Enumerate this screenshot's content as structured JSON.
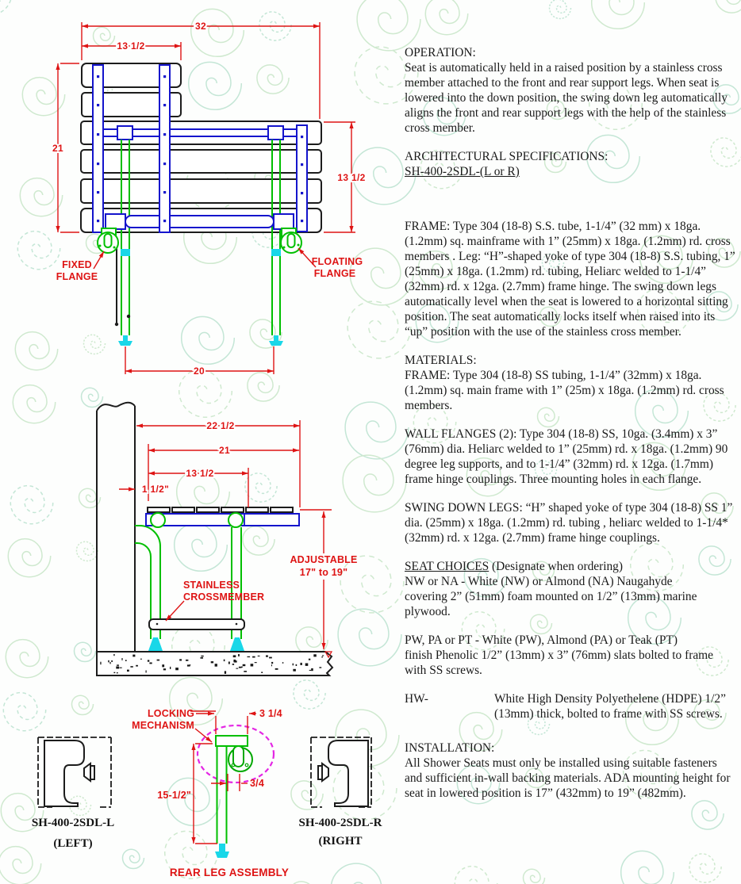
{
  "colors": {
    "dimension_red": "#de1414",
    "frame_blue": "#1414cc",
    "leg_green": "#00bf00",
    "adjuster_cyan": "#19d7e8",
    "detail_magenta": "#e426e4",
    "watermark_green": "#cfe9cf"
  },
  "drawing_labels": {
    "top_view": {
      "dim_width_overall": "32",
      "dim_width_seat_section": "13 1/2",
      "dim_depth_overall": "21",
      "dim_depth_right": "13 1/2",
      "dim_leg_spread": "20",
      "fixed_flange_line1": "FIXED",
      "fixed_flange_line2": "FLANGE",
      "floating_flange_line1": "FLOATING",
      "floating_flange_line2": "FLANGE"
    },
    "side_view": {
      "dim_overall": "22 1/2",
      "dim_seat": "21",
      "dim_inner": "13 1/2",
      "dim_wall_gap": "1 1/2\"",
      "adjustable_line1": "ADJUSTABLE",
      "adjustable_line2": "17\" to 19\"",
      "crossmember_line1": "STAINLESS",
      "crossmember_line2": "CROSSMEMBER"
    },
    "rear_leg": {
      "locking_line1": "LOCKING",
      "locking_line2": "MECHANISM",
      "dim_top": "3 1/4",
      "dim_offset": "3/4",
      "dim_height": "15-1/2\"",
      "title": "REAR LEG ASSEMBLY"
    },
    "left_model": {
      "code": "SH-400-2SDL-L",
      "side": "(LEFT)"
    },
    "right_model": {
      "code": "SH-400-2SDL-R",
      "side": "(RIGHT"
    }
  },
  "specs": {
    "operation_heading": "OPERATION:",
    "operation_body": "Seat is automatically held in a raised position by a stainless cross member attached to the front and rear support legs. When seat is lowered into the down position, the swing down leg automatically aligns the front and rear support legs with the help of the stainless cross member.",
    "arch_heading": "ARCHITECTURAL SPECIFICATIONS:",
    "arch_model": "SH-400-2SDL-(L or R)",
    "frame_body": "FRAME: Type 304 (18-8) S.S. tube, 1-1/4” (32 mm) x 18ga. (1.2mm) sq. mainframe with 1” (25mm) x 18ga. (1.2mm) rd. cross members . Leg: “H”-shaped yoke of type 304 (18-8) S.S. tubing, 1” (25mm) x 18ga. (1.2mm) rd. tubing, Heliarc welded to 1-1/4” (32mm) rd. x 12ga. (2.7mm) frame hinge.  The swing down legs automatically level when the seat is lowered to a horizontal sitting position.  The seat automatically locks itself when raised into its “up” position with the use of the stainless cross member.",
    "materials_heading": "MATERIALS:",
    "materials_body": "FRAME: Type 304 (18-8) SS tubing, 1-1/4” (32mm) x 18ga. (1.2mm) sq. main frame with 1” (25m) x 18ga. (1.2mm) rd. cross members.",
    "wall_flanges_body": "WALL FLANGES (2): Type 304 (18-8) SS, 10ga. (3.4mm) x 3” (76mm) dia. Heliarc welded to 1” (25mm) rd. x 18ga. (1.2mm) 90 degree leg supports, and to 1-1/4” (32mm) rd. x 12ga. (1.7mm) frame hinge couplings. Three mounting holes in each flange.",
    "swing_down_legs_body": "SWING DOWN LEGS: “H” shaped yoke of type 304 (18-8) SS 1” dia. (25mm) x 18ga. (1.2mm) rd. tubing , heliarc welded to 1-1/4* (32mm) rd. x 12ga. (2.7mm) frame hinge couplings.",
    "seat_choices_heading": "SEAT CHOICES",
    "seat_choices_note": "(Designate when ordering)",
    "nw_head": "NW or NA - White (NW) or Almond (NA) Naugahyde",
    "nw_rest": "covering 2” (51mm) foam mounted on 1/2” (13mm) marine plywood.",
    "pw_head": "PW, PA or PT - White (PW), Almond (PA) or Teak (PT)",
    "pw_rest": "finish Phenolic 1/2” (13mm) x 3” (76mm) slats bolted to frame with SS screws.",
    "hw_label": "HW-",
    "hw_body": "White High Density Polyethelene (HDPE) 1/2” (13mm) thick, bolted to frame with SS screws.",
    "installation_heading": "INSTALLATION:",
    "installation_body": "All  Shower Seats must only be installed using suitable fasteners and sufficient in-wall backing materials. ADA mounting height for seat in lowered position is 17” (432mm) to 19” (482mm)."
  }
}
